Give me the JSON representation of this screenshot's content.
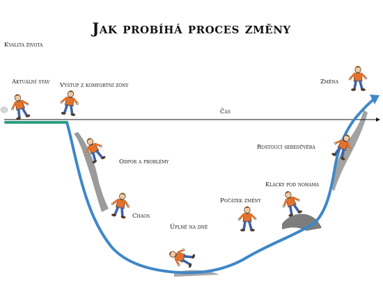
{
  "title": "Jak probíhá proces změny",
  "axes": {
    "y_label": "Kvalita života",
    "x_label": "Čas"
  },
  "stages": [
    {
      "label": "Aktuální stav"
    },
    {
      "label": "Výstup z komfortní zóny"
    },
    {
      "label": "Odpor a problémy"
    },
    {
      "label": "Chaos"
    },
    {
      "label": "Úplně na dně"
    },
    {
      "label": "Počátek změny"
    },
    {
      "label": "Klacky pod nohama"
    },
    {
      "label": "Rostoucí sebedůvěra"
    },
    {
      "label": "Změna"
    }
  ],
  "colors": {
    "curve": "#3e87c9",
    "curve_start": "#2c9f7f",
    "shirt": "#e4722a",
    "pants": "#3f62a6",
    "rock": "#6f6f6f"
  }
}
